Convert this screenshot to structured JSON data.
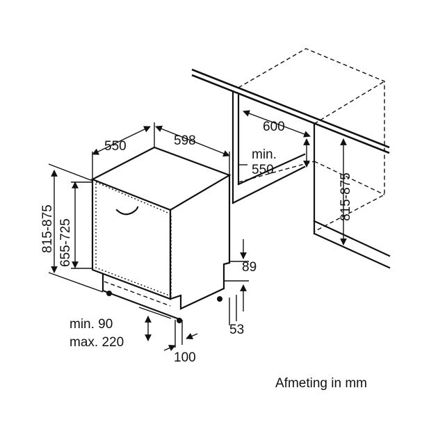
{
  "labels": {
    "depth": "550",
    "width": "598",
    "niche_width": "600",
    "niche_depth_line1": "min.",
    "niche_depth_line2": "550",
    "niche_height": "815-875",
    "total_height": "815-875",
    "door_height": "655-725",
    "plinth_min": "min. 90",
    "plinth_max": "max. 220",
    "plinth_depth": "100",
    "foot_height": "89",
    "foot_depth": "53"
  },
  "caption": "Afmeting in mm"
}
